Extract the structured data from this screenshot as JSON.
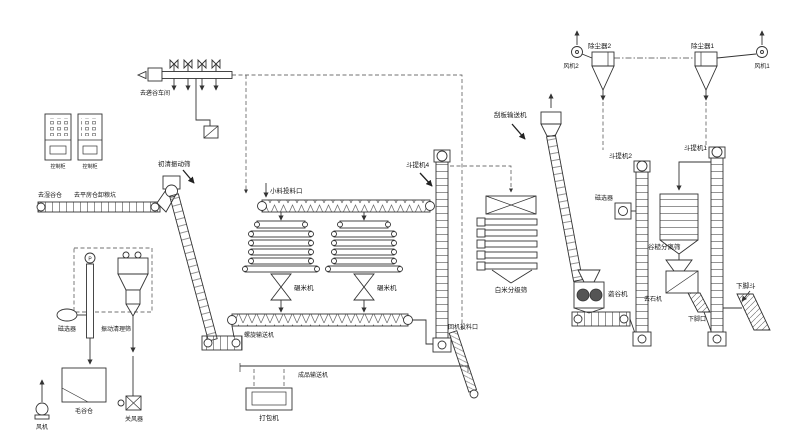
{
  "diagram": {
    "labels": {
      "dest_workshop": "去砻谷车间",
      "cabinet1": "控制柜",
      "cabinet2": "控制柜",
      "dest_wet": "去湿谷仓",
      "dest_flat": "去平房仓卸粮坑",
      "precleaner": "初清振动筛",
      "gauge": "P",
      "magnet_left": "磁选器",
      "vib_cleaner": "振动清理筛",
      "raw_bin": "毛谷仓",
      "fan_left": "风机",
      "airlock": "关风器",
      "feed_port": "小料投料口",
      "mill1": "碾米机",
      "mill2": "碾米机",
      "screw_bottom": "螺旋输送机",
      "product_conveyor": "成品输送机",
      "packer": "打包机",
      "elevator4": "斗提机4",
      "return_port": "回机投料口",
      "plansifter": "白米分级筛",
      "scraper_right": "刮板输送机",
      "husker": "砻谷机",
      "magnet_right": "磁选器",
      "elevator2": "斗提机2",
      "separator": "谷糙分离筛",
      "destoner": "去石机",
      "waste_port": "下脚口",
      "elevator1": "斗提机1",
      "waste_chute": "下脚斗",
      "cyclone2": "除尘器2",
      "fan2": "风机2",
      "cyclone1": "除尘器1",
      "fan1": "风机1"
    }
  }
}
